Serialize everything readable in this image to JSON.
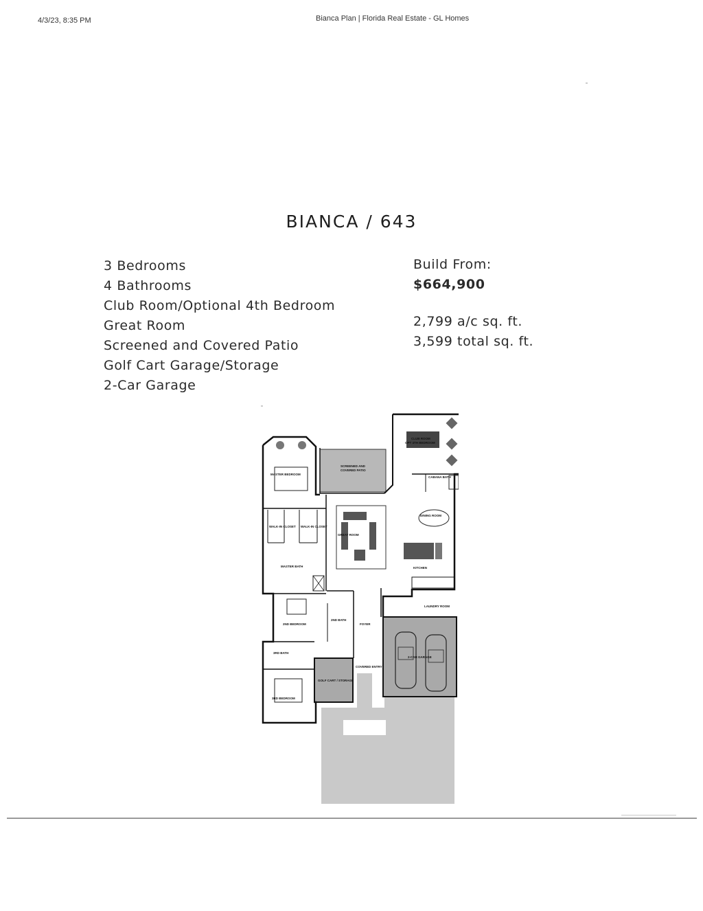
{
  "header": {
    "print_date": "4/3/23, 8:35 PM",
    "page_title": "Bianca Plan | Florida Real Estate - GL Homes"
  },
  "plan": {
    "title": "BIANCA / 643",
    "features": [
      "3 Bedrooms",
      "4 Bathrooms",
      "Club Room/Optional 4th Bedroom",
      "Great Room",
      "Screened and Covered Patio",
      "Golf Cart Garage/Storage",
      "2-Car Garage"
    ],
    "build_from_label": "Build From:",
    "price": "$664,900",
    "ac_sqft": "2,799 a/c sq. ft.",
    "total_sqft": "3,599 total sq. ft."
  },
  "floorplan": {
    "rooms": {
      "club_room": "CLUB ROOM",
      "club_room_sub": "OPT 4TH BEDROOM",
      "cabana_bath": "CABANA BATH",
      "master_bedroom": "MASTER BEDROOM",
      "patio_1": "SCREENED AND",
      "patio_2": "COVERED PATIO",
      "dining_room": "DINING ROOM",
      "great_room": "GREAT ROOM",
      "walk_in_closet_1": "WALK-IN CLOSET",
      "walk_in_closet_2": "WALK-IN CLOSET",
      "master_bath": "MASTER BATH",
      "kitchen": "KITCHEN",
      "laundry_room": "LAUNDRY ROOM",
      "second_bedroom": "2ND BEDROOM",
      "second_bath": "2ND BATH",
      "foyer": "FOYER",
      "bath_3": "3RD BATH",
      "garage": "2-CAR GARAGE",
      "golf_cart": "GOLF CART / STORAGE",
      "covered_entry": "COVERED ENTRY",
      "third_bedroom": "3RD BEDROOM"
    }
  }
}
